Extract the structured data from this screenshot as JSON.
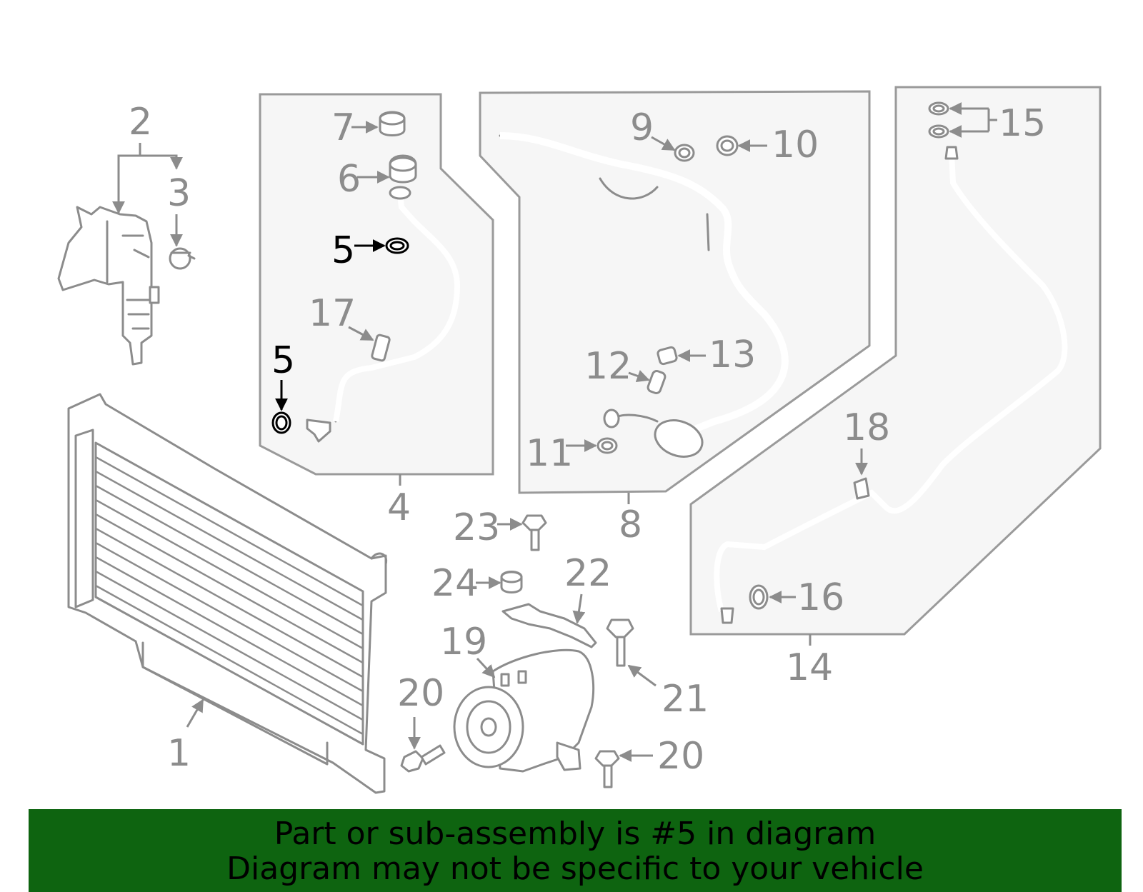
{
  "diagram": {
    "callouts": [
      "1",
      "2",
      "3",
      "4",
      "5",
      "5",
      "6",
      "7",
      "8",
      "9",
      "10",
      "11",
      "12",
      "13",
      "14",
      "15",
      "16",
      "17",
      "18",
      "19",
      "20",
      "20",
      "21",
      "22",
      "23",
      "24"
    ],
    "highlighted_part": "5",
    "colors": {
      "line": "#8c8c8c",
      "panel": "#f6f6f6",
      "highlight": "#000000",
      "banner": "#0e6410"
    }
  },
  "banner": {
    "line1": "Part or sub-assembly is #5 in diagram",
    "line2": "Diagram may not be specific to your vehicle"
  }
}
